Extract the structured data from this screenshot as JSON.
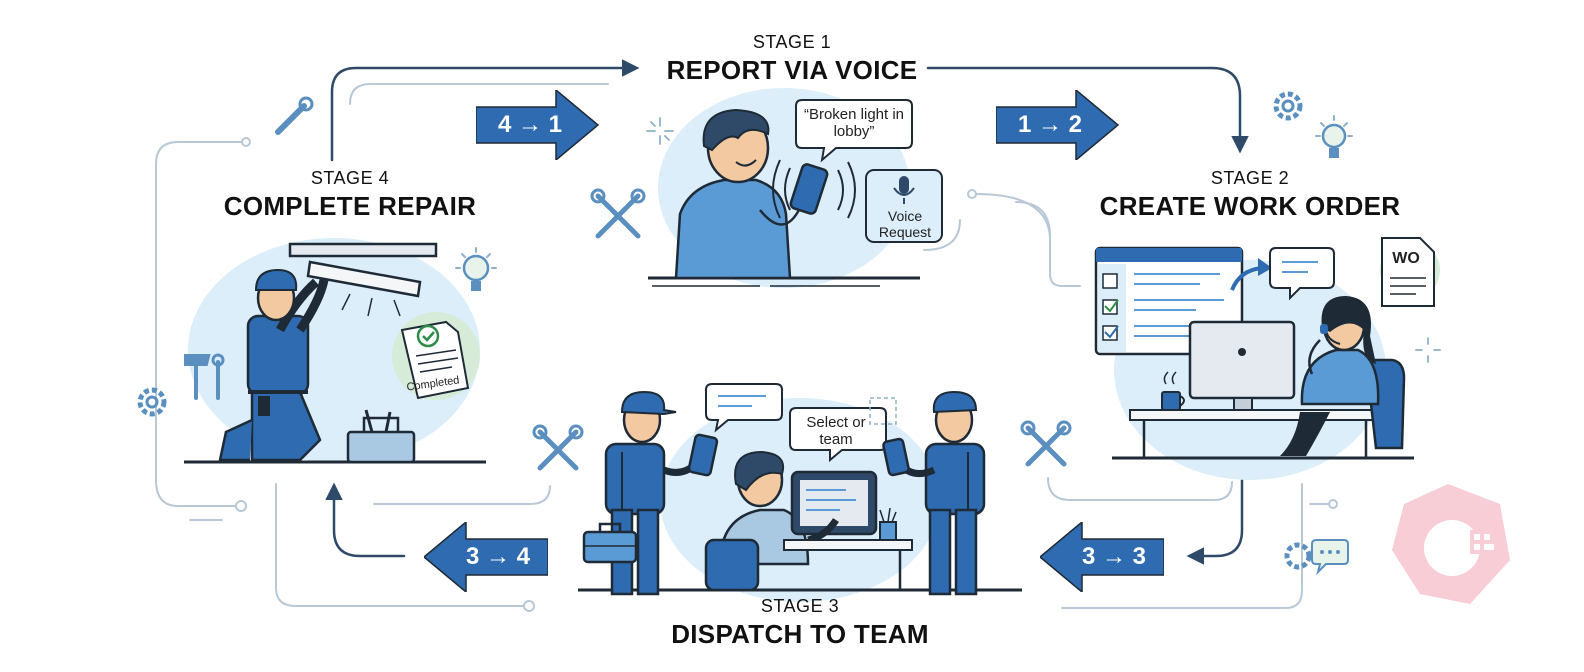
{
  "stages": [
    {
      "id": "stage1",
      "number": "STAGE 1",
      "title": "REPORT VIA VOICE"
    },
    {
      "id": "stage2",
      "number": "STAGE 2",
      "title": "CREATE WORK ORDER"
    },
    {
      "id": "stage3",
      "number": "STAGE 3",
      "title": "DISPATCH TO TEAM"
    },
    {
      "id": "stage4",
      "number": "STAGE 4",
      "title": "COMPLETE REPAIR"
    }
  ],
  "arrows": {
    "a41": "4 → 1",
    "a12": "1 → 2",
    "a33": "3 → 3",
    "a34": "3 → 4"
  },
  "bubbles": {
    "quote": "“Broken light in lobby”",
    "voice_request": "Voice Request",
    "select_team": "Select or team",
    "work_order_badge": "WO",
    "completed_badge": "Completed"
  },
  "colors": {
    "primary_blue": "#2f6bb0",
    "light_blue_bg": "#dceefa",
    "line_gray": "#b8c8d6",
    "dark_outline": "#1f2a37",
    "check_green": "#2e8b4a"
  },
  "icons": [
    "wrench-icon",
    "gear-icon",
    "lightbulb-icon",
    "crossed-tools-icon",
    "microphone-icon",
    "hammer-icon",
    "coffee-cup-icon",
    "chat-icon",
    "logo-watermark"
  ]
}
